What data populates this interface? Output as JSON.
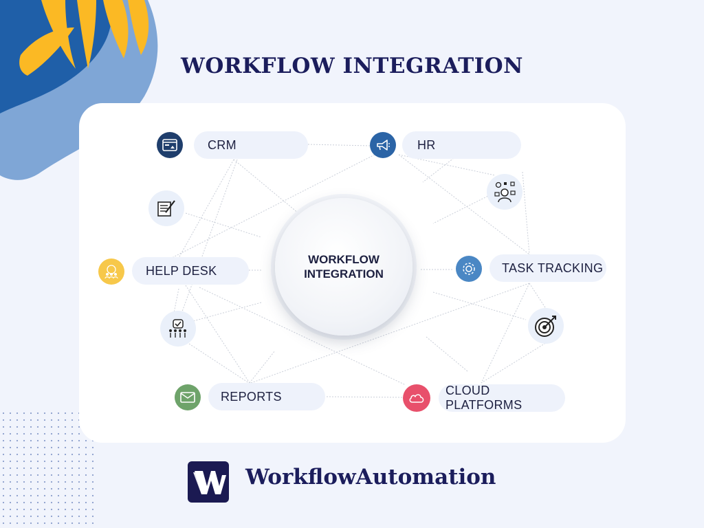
{
  "header": {
    "title": "WORKFLOW INTEGRATION"
  },
  "center": {
    "label": "WORKFLOW\nINTEGRATION"
  },
  "nodes": {
    "crm": {
      "label": "CRM",
      "icon": "browser-window-icon",
      "color": "#1f3e6c"
    },
    "hr": {
      "label": "HR",
      "icon": "megaphone-icon",
      "color": "#2b64a6"
    },
    "help_desk": {
      "label": "HELP DESK",
      "icon": "team-icon",
      "color": "#f7c84a"
    },
    "task_tracking": {
      "label": "TASK TRACKING",
      "icon": "gear-icon",
      "color": "#4a87c4"
    },
    "reports": {
      "label": "REPORTS",
      "icon": "envelope-icon",
      "color": "#6ea36a"
    },
    "cloud_platforms": {
      "label": "CLOUD PLATFORMS",
      "icon": "cloud-icon",
      "color": "#e8506b"
    }
  },
  "extra_icons": [
    "document-pen-icon",
    "people-vote-icon",
    "person-dashboard-icon",
    "target-arrow-icon"
  ],
  "footer": {
    "brand": "WorkflowAutomation",
    "logo": "W"
  },
  "colors": {
    "title": "#1b1d5c",
    "background": "#f1f4fc",
    "accent_blue": "#1f5fa8",
    "accent_yellow": "#fbb924"
  }
}
